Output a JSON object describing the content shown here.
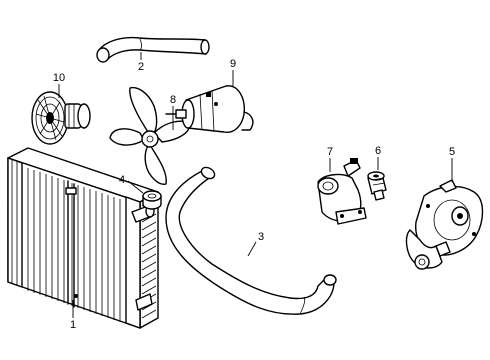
{
  "callouts": {
    "c1": "1",
    "c2": "2",
    "c3": "3",
    "c4": "4",
    "c5": "5",
    "c6": "6",
    "c7": "7",
    "c8": "8",
    "c9": "9",
    "c10": "10"
  },
  "parts": [
    "radiator",
    "upper-radiator-hose",
    "lower-radiator-hose",
    "radiator-cap",
    "water-pump",
    "thermostat",
    "thermostat-housing",
    "fan-blade",
    "fan-motor",
    "fan-clutch"
  ]
}
